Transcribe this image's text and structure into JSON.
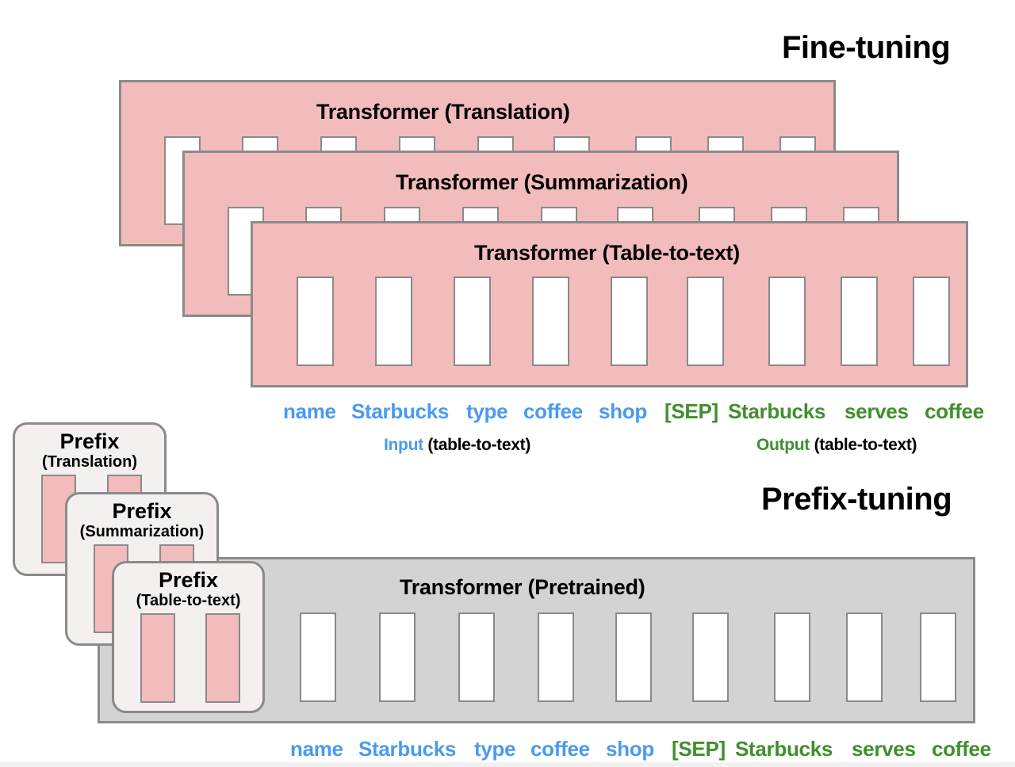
{
  "fine_tuning": {
    "heading": "Fine-tuning",
    "models": [
      {
        "label": "Transformer (Translation)"
      },
      {
        "label": "Transformer (Summarization)"
      },
      {
        "label": "Transformer (Table-to-text)"
      }
    ],
    "tokens": {
      "input": [
        "name",
        "Starbucks",
        "type",
        "coffee",
        "shop"
      ],
      "output": [
        "[SEP]",
        "Starbucks",
        "serves",
        "coffee"
      ]
    },
    "captions": {
      "input_word": "Input",
      "input_rest": "(table-to-text)",
      "output_word": "Output",
      "output_rest": "(table-to-text)"
    }
  },
  "prefix_tuning": {
    "heading": "Prefix-tuning",
    "prefixes": [
      {
        "title": "Prefix",
        "task": "(Translation)"
      },
      {
        "title": "Prefix",
        "task": "(Summarization)"
      },
      {
        "title": "Prefix",
        "task": "(Table-to-text)"
      }
    ],
    "model": {
      "label": "Transformer  (Pretrained)"
    },
    "tokens": {
      "input": [
        "name",
        "Starbucks",
        "type",
        "coffee",
        "shop"
      ],
      "output": [
        "[SEP]",
        "Starbucks",
        "serves",
        "coffee"
      ]
    }
  },
  "colors": {
    "task_model_fill": "#f3bcbc",
    "pretrained_fill": "#d3d3d3",
    "prefix_card_fill": "#f3f0ef",
    "border": "#8a8a8a",
    "input_token": "#4a9af0",
    "output_token": "#3f8f2c"
  }
}
